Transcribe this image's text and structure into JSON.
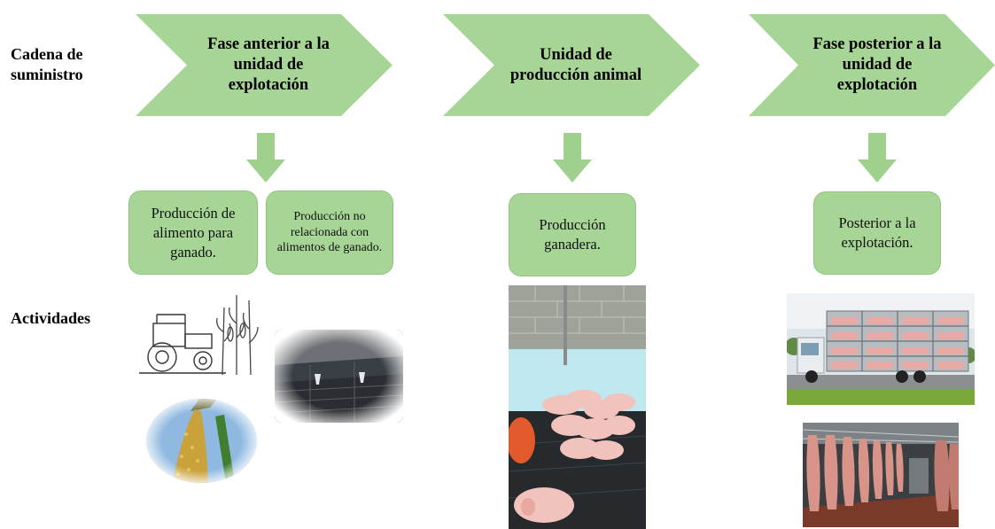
{
  "labels": {
    "supply_chain": "Cadena de\nsuministro",
    "activities": "Actividades"
  },
  "stages": [
    {
      "title": "Fase anterior a la unidad de explotación"
    },
    {
      "title": "Unidad de producción animal"
    },
    {
      "title": "Fase posterior a la unidad de explotación"
    }
  ],
  "boxes": {
    "feed_production": "Producción de alimento para ganado.",
    "non_feed_production": "Producción no relacionada con alimentos de ganado.",
    "livestock_production": "Producción ganadera.",
    "post_farm": "Posterior a la explotación."
  },
  "images": [
    {
      "icon": "tractor-corn-sketch-image"
    },
    {
      "icon": "barn-interior-photo"
    },
    {
      "icon": "grain-pouring-photo"
    },
    {
      "icon": "piglets-pen-photo"
    },
    {
      "icon": "pig-transport-truck-photo"
    },
    {
      "icon": "slaughterhouse-carcasses-photo"
    }
  ],
  "colors": {
    "chevron_green": "#a6d596",
    "box_green": "#a6d596",
    "arrow_green": "#9fd08d"
  }
}
